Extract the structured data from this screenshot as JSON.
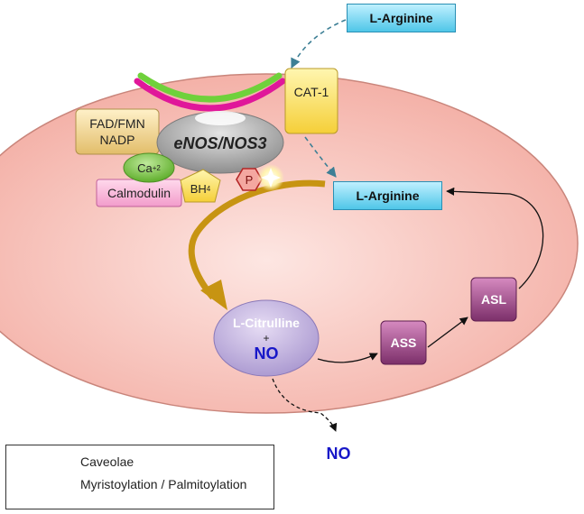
{
  "diagram": {
    "nodes": {
      "l_arginine_top": "L-Arginine",
      "l_arginine_inner": "L-Arginine",
      "cat1": "CAT-1",
      "fad_fmn": "FAD/FMN",
      "nadp": "NADP",
      "enos": "eNOS/NOS3",
      "calcium": "Ca",
      "calcium_charge": "+2",
      "calmodulin": "Calmodulin",
      "bh4": "BH",
      "bh4_sub": "4",
      "phospho": "P",
      "l_citrulline": "L-Citrulline",
      "plus": "+",
      "no_inner": "NO",
      "ass": "ASS",
      "asl": "ASL",
      "no_outer": "NO"
    },
    "colors": {
      "cell_fill": "#f8c9c2",
      "cell_stroke": "#c9857b",
      "caveolae": "#6fd13b",
      "myristoylation": "#e0179a",
      "arrow_gold": "#c79412",
      "no_blue": "#1717c8",
      "enzyme_purple": "#9b4a86"
    }
  },
  "legend": {
    "items": [
      {
        "label": "Caveolae",
        "color": "#6fd13b"
      },
      {
        "label": "Myristoylation / Palmitoylation",
        "color": "#e0179a"
      }
    ]
  }
}
